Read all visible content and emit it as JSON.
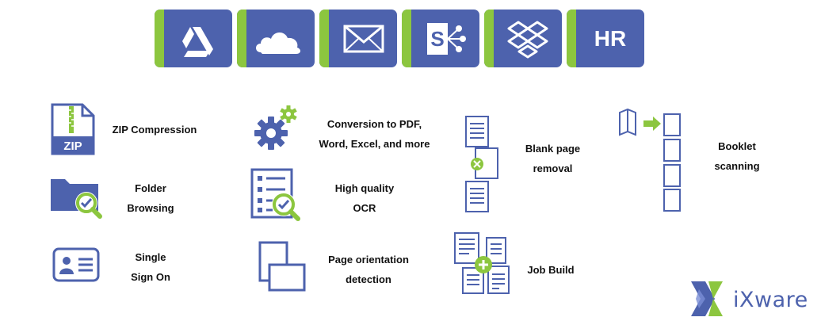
{
  "services": [
    {
      "icon": "google-drive-icon"
    },
    {
      "icon": "onedrive-cloud-icon"
    },
    {
      "icon": "email-envelope-icon"
    },
    {
      "icon": "sharepoint-icon",
      "letter": "S"
    },
    {
      "icon": "dropbox-icon"
    },
    {
      "icon": "hr-icon",
      "label": "HR"
    }
  ],
  "features": {
    "zip": {
      "line1": "ZIP Compression",
      "icon_text": "ZIP"
    },
    "conversion": {
      "line1": "Conversion to PDF,",
      "line2": "Word, Excel, and more"
    },
    "blank_page": {
      "line1": "Blank page",
      "line2": "removal"
    },
    "booklet": {
      "line1": "Booklet",
      "line2": "scanning"
    },
    "folder": {
      "line1": "Folder",
      "line2": "Browsing"
    },
    "ocr": {
      "line1": "High quality",
      "line2": "OCR"
    },
    "sso": {
      "line1": "Single",
      "line2": "Sign On"
    },
    "orientation": {
      "line1": "Page orientation",
      "line2": "detection"
    },
    "job_build": {
      "line1": "Job Build"
    }
  },
  "brand": {
    "name": "iXware"
  },
  "colors": {
    "tile_blue": "#4d62ad",
    "accent_green": "#8cc63f",
    "text": "#111111"
  }
}
